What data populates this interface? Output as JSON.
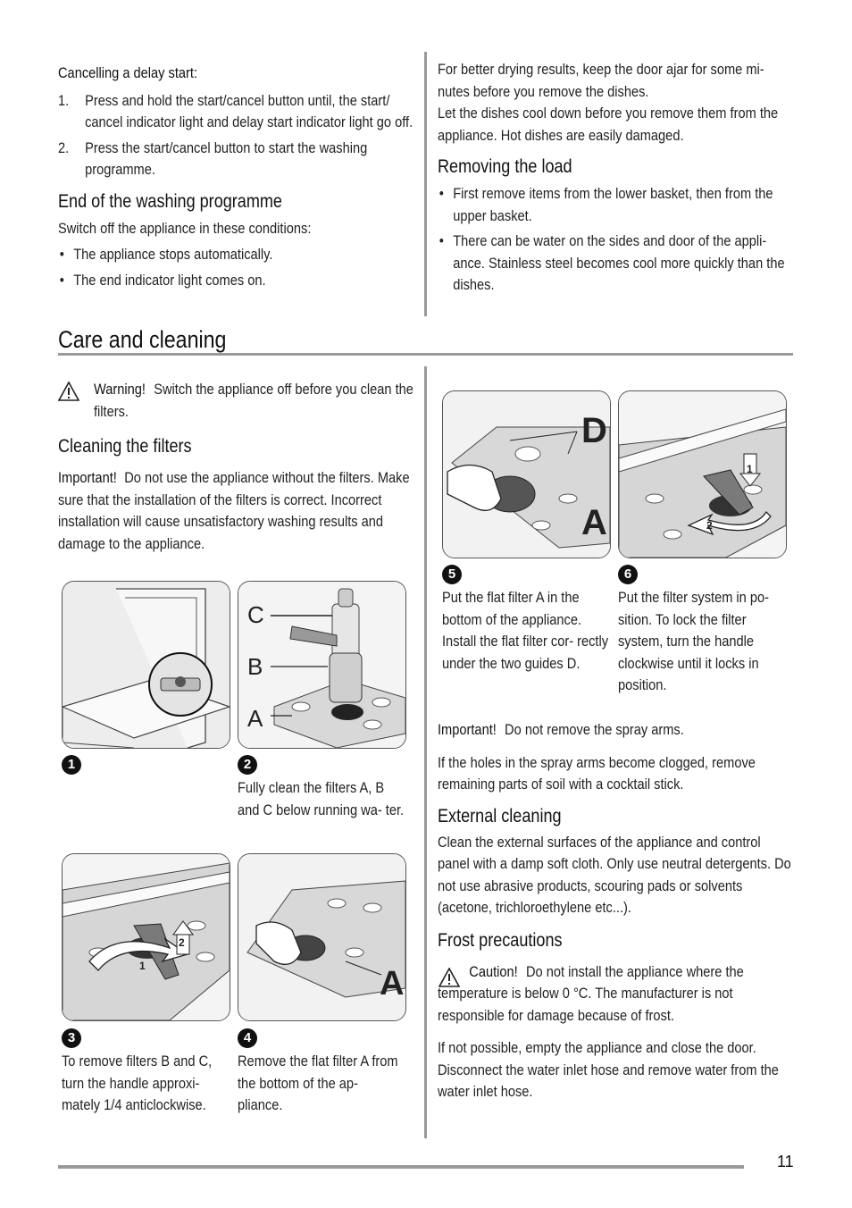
{
  "top_left": {
    "delay_heading": "Cancelling a delay start:",
    "delay_steps": [
      {
        "num": "1.",
        "text": "Press and hold the start/cancel button until, the start/ cancel indicator light and delay start indicator light go off."
      },
      {
        "num": "2.",
        "text": "Press the start/cancel button to start the washing programme."
      }
    ],
    "end_heading": "End of the washing programme",
    "end_intro": "Switch off the appliance in these conditions:",
    "end_bullets": [
      "The appliance stops automatically.",
      "The end indicator light comes on."
    ]
  },
  "top_right": {
    "drying_text": "For better drying results, keep the door ajar for some mi- nutes before you remove the dishes.",
    "cool_text": "Let the dishes cool down before you remove them from the appliance. Hot dishes are easily damaged.",
    "removing_heading": "Removing the load",
    "removing_bullets": [
      "First remove items from the lower basket, then from the upper basket.",
      "There can be water on the sides and door of the appli- ance. Stainless steel becomes cool more quickly than the dishes."
    ]
  },
  "section_title": "Care and cleaning",
  "left": {
    "warning_label": "Warning!",
    "warning_text": "Switch the appliance off before you clean the filters.",
    "cleaning_heading": "Cleaning the filters",
    "important_label": "Important!",
    "important_text": "Do not use the appliance without the filters. Make sure that the installation of the filters is correct. Incorrect installation will cause unsatisfactory washing results and damage to the appliance.",
    "fig_labels": {
      "c": "C",
      "b": "B",
      "a": "A",
      "a4": "A",
      "arrow1": "1",
      "arrow2": "2"
    },
    "steps": [
      {
        "num": "1",
        "caption": ""
      },
      {
        "num": "2",
        "caption": "Fully clean the filters A, B and C below running wa- ter."
      },
      {
        "num": "3",
        "caption": "To remove filters B and C, turn the handle approxi- mately 1/4 anticlockwise."
      },
      {
        "num": "4",
        "caption": "Remove the flat filter A from the bottom of the ap- pliance."
      }
    ]
  },
  "right": {
    "fig_labels": {
      "d": "D",
      "a": "A",
      "arrow1": "1",
      "arrow2": "2"
    },
    "steps": [
      {
        "num": "5",
        "caption": "Put the flat filter A in the bottom of the appliance. Install the flat filter cor- rectly under the two guides D."
      },
      {
        "num": "6",
        "caption": "Put the filter system in po- sition. To lock the filter system, turn the handle clockwise until it locks in position."
      }
    ],
    "important_label": "Important!",
    "important_text": "Do not remove the spray arms.",
    "holes_text": "If the holes in the spray arms become clogged, remove remaining parts of soil with a cocktail stick.",
    "external_heading": "External cleaning",
    "external_text": "Clean the external surfaces of the appliance and control panel with a damp soft cloth. Only use neutral detergents. Do not use abrasive products, scouring pads or solvents (acetone, trichloroethylene etc...).",
    "frost_heading": "Frost precautions",
    "caution_label": "Caution!",
    "caution_text": "Do not install the appliance where the temperature is below 0 °C. The manufacturer is not responsible for damage because of frost.",
    "empty_text": "If not possible, empty the appliance and close the door. Disconnect the water inlet hose and remove water from the water inlet hose."
  },
  "page_number": "11"
}
